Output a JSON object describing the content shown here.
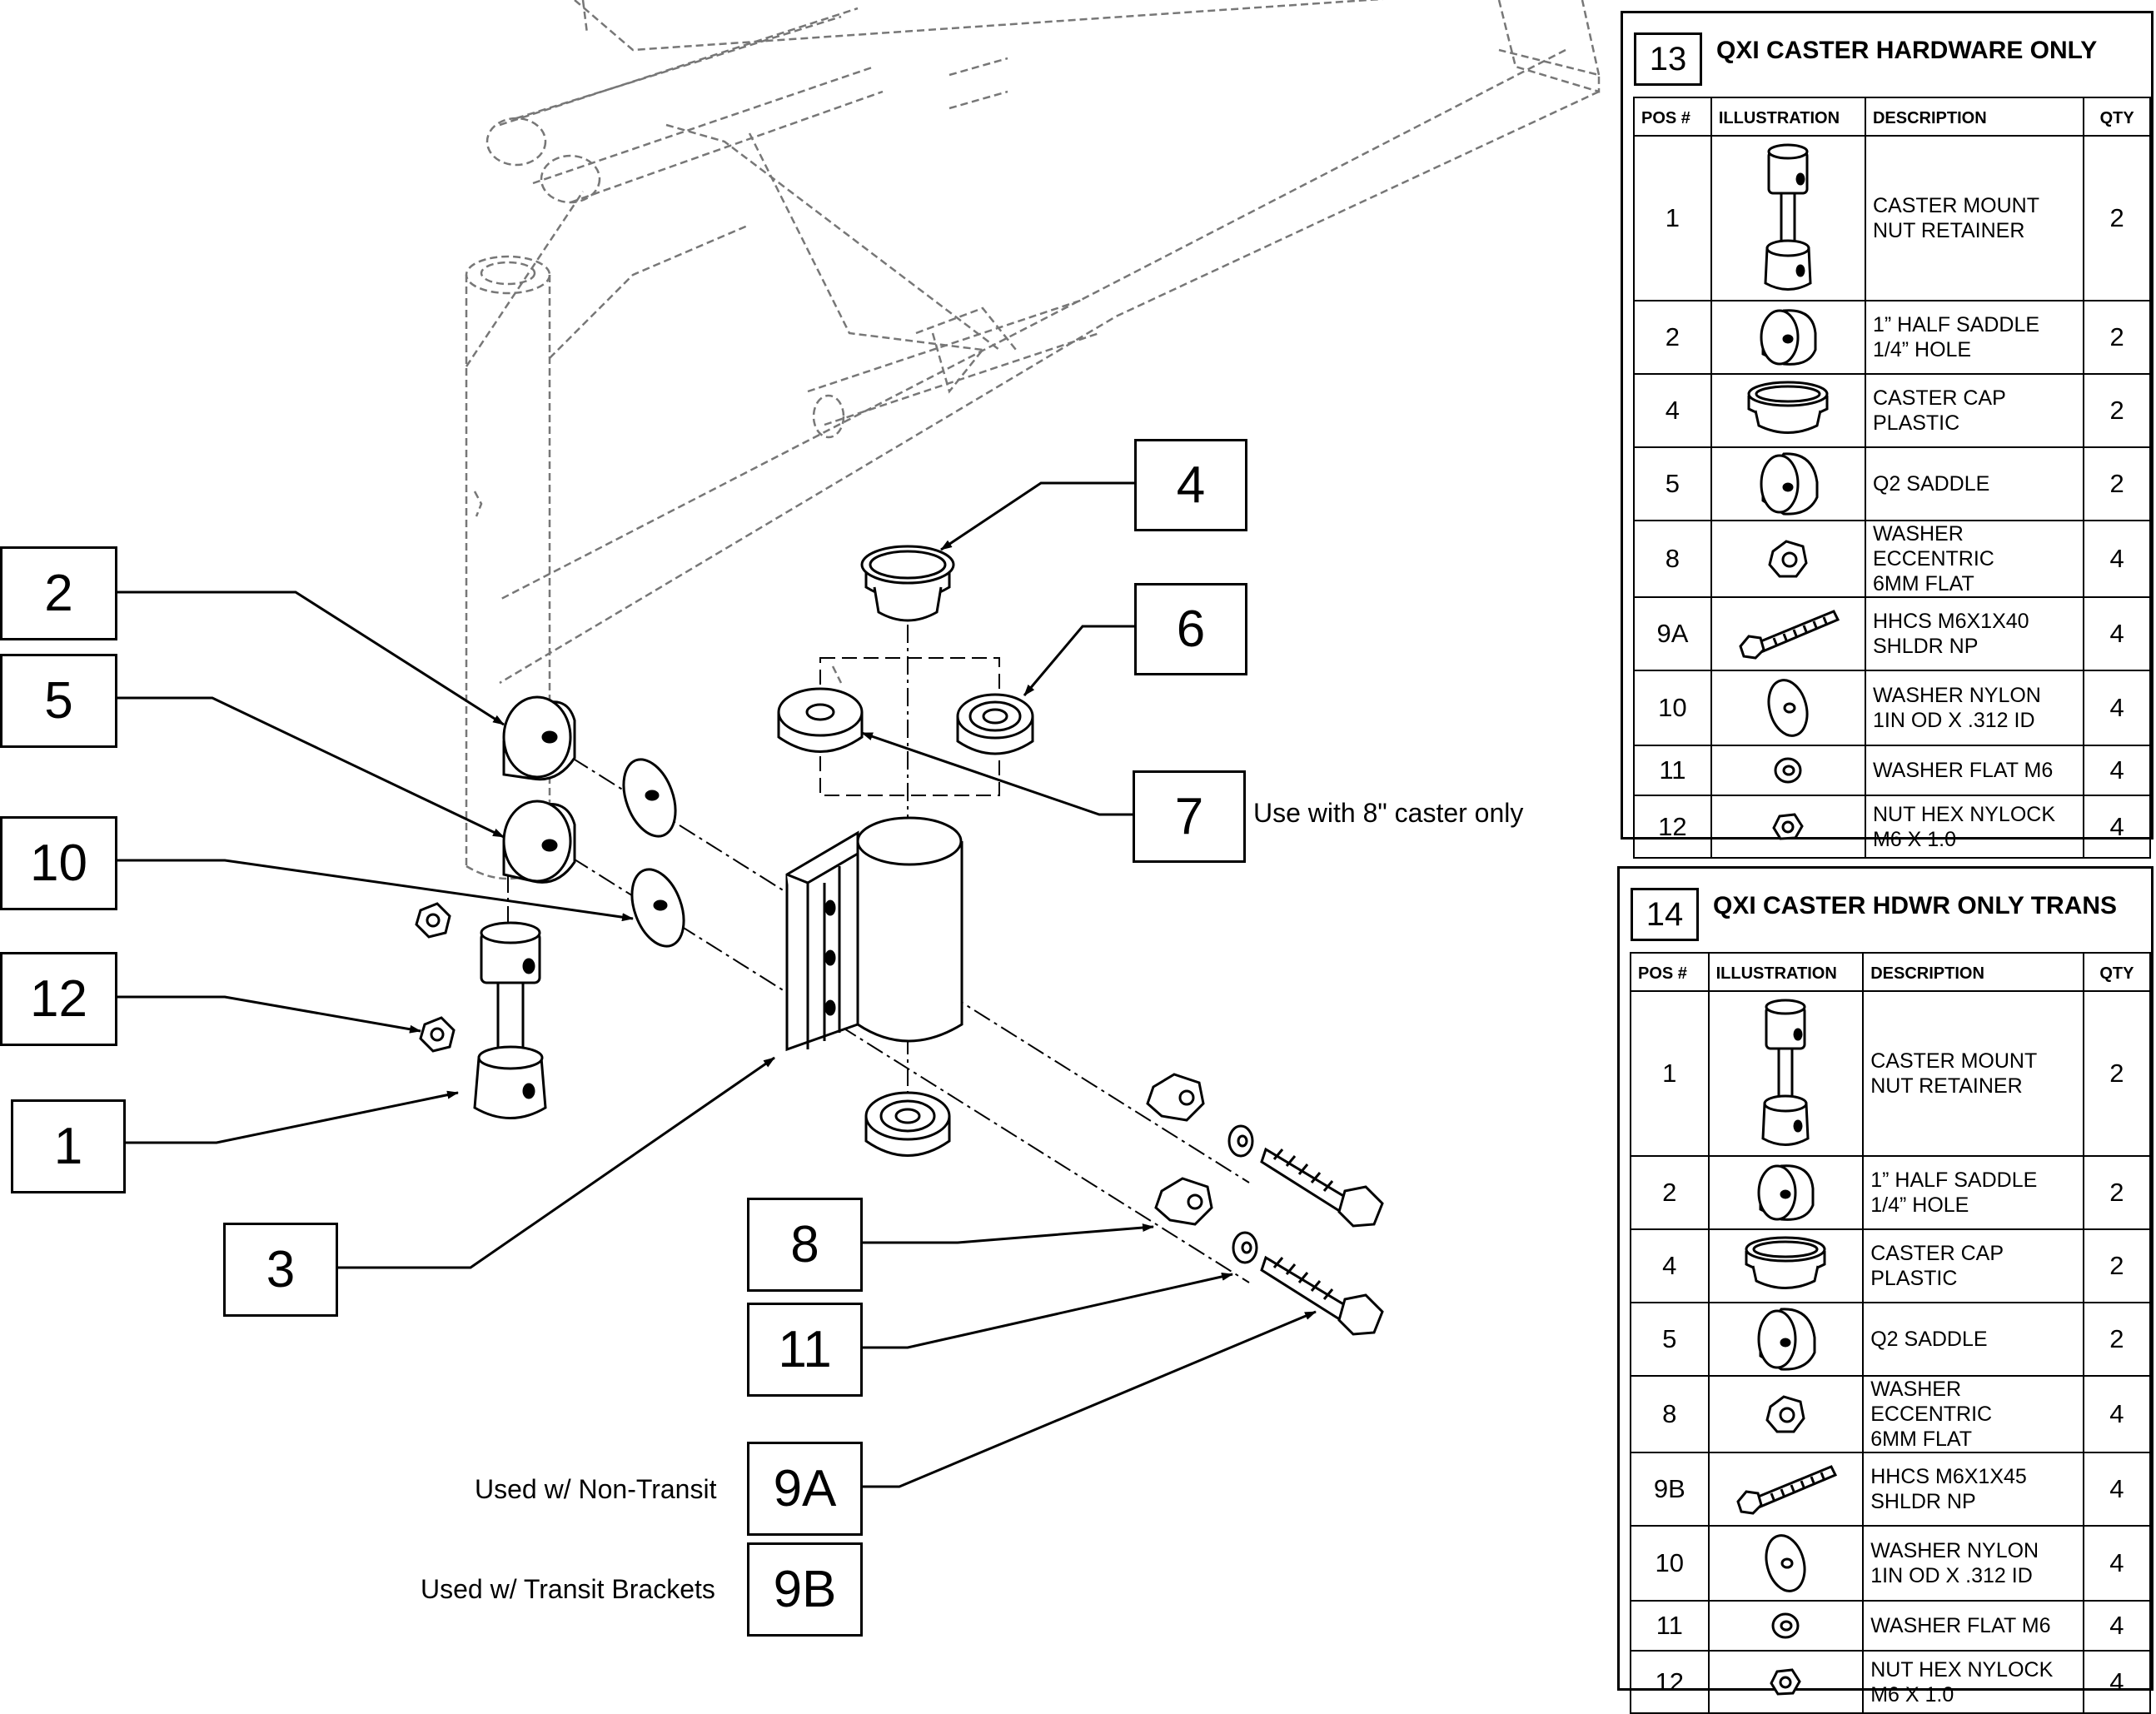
{
  "callouts": {
    "c4": "4",
    "c6": "6",
    "c7": "7",
    "c2": "2",
    "c5": "5",
    "c10": "10",
    "c12": "12",
    "c1": "1",
    "c3": "3",
    "c8": "8",
    "c11": "11",
    "c9a": "9A",
    "c9b": "9B"
  },
  "notes": {
    "caster_note": "Use with 8\" caster only",
    "non_transit": "Used w/ Non-Transit",
    "transit": "Used w/ Transit Brackets"
  },
  "tables": [
    {
      "number": "13",
      "title": "QXI CASTER HARDWARE ONLY",
      "headers": [
        "POS #",
        "ILLUSTRATION",
        "DESCRIPTION",
        "QTY"
      ],
      "rows": [
        {
          "pos": "1",
          "icon": "caster-mount-icon",
          "desc": "CASTER MOUNT\nNUT RETAINER",
          "qty": "2"
        },
        {
          "pos": "2",
          "icon": "half-saddle-icon",
          "desc": "1” HALF SADDLE\n1/4” HOLE",
          "qty": "2"
        },
        {
          "pos": "4",
          "icon": "caster-cap-icon",
          "desc": "CASTER CAP\nPLASTIC",
          "qty": "2"
        },
        {
          "pos": "5",
          "icon": "q2-saddle-icon",
          "desc": "Q2 SADDLE",
          "qty": "2"
        },
        {
          "pos": "8",
          "icon": "eccentric-washer-icon",
          "desc": "WASHER ECCENTRIC\n6MM FLAT",
          "qty": "4"
        },
        {
          "pos": "9A",
          "icon": "bolt-icon",
          "desc": "HHCS M6X1X40\nSHLDR NP",
          "qty": "4"
        },
        {
          "pos": "10",
          "icon": "nylon-washer-icon",
          "desc": "WASHER NYLON\n1IN OD X .312 ID",
          "qty": "4"
        },
        {
          "pos": "11",
          "icon": "flat-washer-icon",
          "desc": "WASHER FLAT M6",
          "qty": "4"
        },
        {
          "pos": "12",
          "icon": "hex-nut-icon",
          "desc": "NUT HEX NYLOCK\nM6 X 1.0",
          "qty": "4"
        }
      ]
    },
    {
      "number": "14",
      "title": "QXI CASTER HDWR ONLY TRANS",
      "headers": [
        "POS #",
        "ILLUSTRATION",
        "DESCRIPTION",
        "QTY"
      ],
      "rows": [
        {
          "pos": "1",
          "icon": "caster-mount-icon",
          "desc": "CASTER MOUNT\nNUT RETAINER",
          "qty": "2"
        },
        {
          "pos": "2",
          "icon": "half-saddle-icon",
          "desc": "1” HALF SADDLE\n1/4” HOLE",
          "qty": "2"
        },
        {
          "pos": "4",
          "icon": "caster-cap-icon",
          "desc": "CASTER CAP\nPLASTIC",
          "qty": "2"
        },
        {
          "pos": "5",
          "icon": "q2-saddle-icon",
          "desc": "Q2 SADDLE",
          "qty": "2"
        },
        {
          "pos": "8",
          "icon": "eccentric-washer-icon",
          "desc": "WASHER ECCENTRIC\n6MM FLAT",
          "qty": "4"
        },
        {
          "pos": "9B",
          "icon": "bolt-icon",
          "desc": "HHCS M6X1X45\nSHLDR NP",
          "qty": "4"
        },
        {
          "pos": "10",
          "icon": "nylon-washer-icon",
          "desc": "WASHER NYLON\n1IN OD X .312 ID",
          "qty": "4"
        },
        {
          "pos": "11",
          "icon": "flat-washer-icon",
          "desc": "WASHER FLAT M6",
          "qty": "4"
        },
        {
          "pos": "12",
          "icon": "hex-nut-icon",
          "desc": "NUT HEX NYLOCK\nM6 X 1.0",
          "qty": "4"
        }
      ]
    }
  ]
}
